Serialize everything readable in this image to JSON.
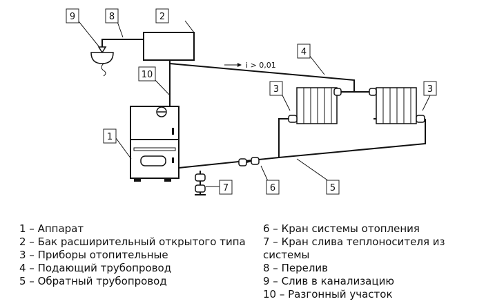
{
  "diagram": {
    "slope_label": "i > 0,01",
    "callouts": {
      "n1": "1",
      "n2": "2",
      "n3a": "3",
      "n3b": "3",
      "n4": "4",
      "n5": "5",
      "n6": "6",
      "n7": "7",
      "n8": "8",
      "n9": "9",
      "n10": "10"
    }
  },
  "legend": {
    "left": [
      "1 – Аппарат",
      "2 – Бак расширительный открытого типа",
      "3 – Приборы отопительные",
      "4 – Подающий трубопровод",
      "5 – Обратный трубопровод"
    ],
    "right": [
      "6 – Кран системы отопления",
      "7 – Кран слива теплоносителя из системы",
      "8 – Перелив",
      "9 – Слив в канализацию",
      "10 – Разгонный участок"
    ]
  }
}
